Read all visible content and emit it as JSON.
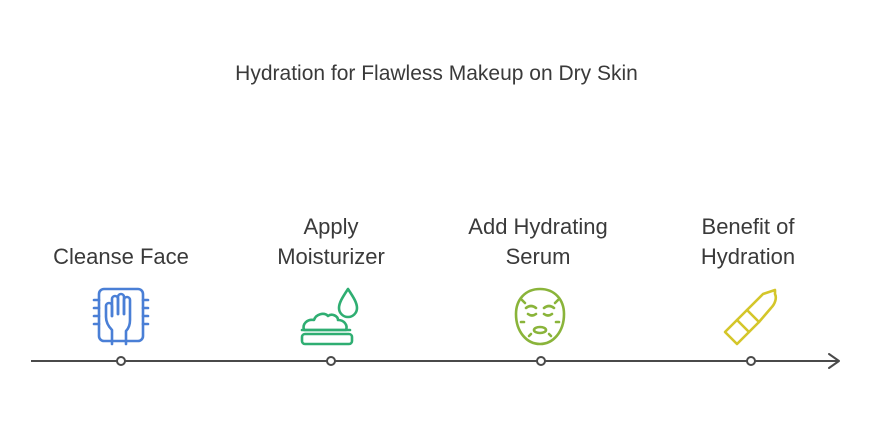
{
  "title": "Hydration for Flawless Makeup on Dry Skin",
  "steps": [
    {
      "label_lines": [
        "Cleanse Face"
      ],
      "icon": "hand-wash-icon",
      "color": "#4a7fd6"
    },
    {
      "label_lines": [
        "Apply",
        "Moisturizer"
      ],
      "icon": "cream-drop-icon",
      "color": "#2fae72"
    },
    {
      "label_lines": [
        "Add Hydrating",
        "Serum"
      ],
      "icon": "face-mask-icon",
      "color": "#8ab43a"
    },
    {
      "label_lines": [
        "Benefit of",
        "Hydration"
      ],
      "icon": "lipstick-icon",
      "color": "#d4c62a"
    }
  ],
  "timeline_color": "#4a4a4a"
}
